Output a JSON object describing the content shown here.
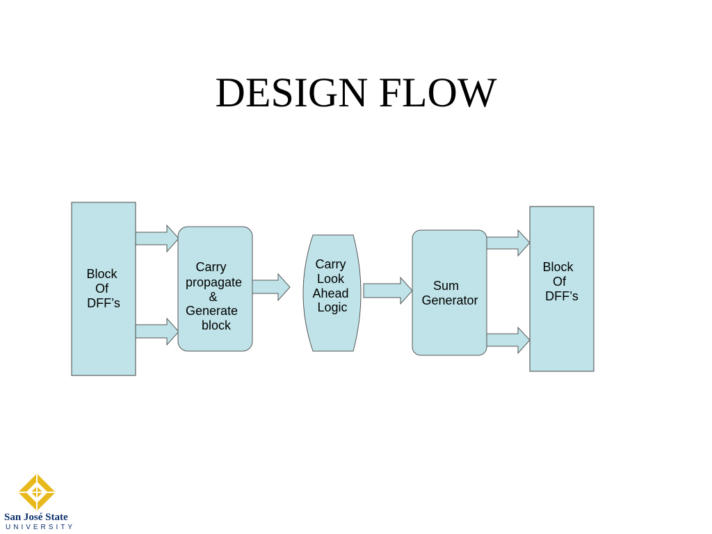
{
  "slide": {
    "title": "DESIGN FLOW"
  },
  "colors": {
    "box_fill": "#bfe3e8",
    "box_stroke": "#555555",
    "logo_gold": "#e8b91c",
    "logo_blue": "#0a2f6b"
  },
  "diagram": {
    "nodes": [
      {
        "id": "dff-in",
        "shape": "rectangle",
        "lines": [
          "Block",
          "Of",
          "DFF’s"
        ]
      },
      {
        "id": "carry-propagate",
        "shape": "rounded-rectangle",
        "lines": [
          "Carry",
          "propagate",
          "&",
          "Generate",
          "block"
        ]
      },
      {
        "id": "carry-lookahead",
        "shape": "rounded-bulge",
        "lines": [
          "Carry",
          "Look",
          "Ahead",
          "Logic"
        ]
      },
      {
        "id": "sum-generator",
        "shape": "rounded-rectangle",
        "lines": [
          "Sum",
          "Generator"
        ]
      },
      {
        "id": "dff-out",
        "shape": "rectangle",
        "lines": [
          "Block",
          "Of",
          "DFF’s"
        ]
      }
    ],
    "edges": [
      {
        "from": "dff-in",
        "to": "carry-propagate"
      },
      {
        "from": "dff-in",
        "to": "carry-propagate"
      },
      {
        "from": "carry-propagate",
        "to": "carry-lookahead"
      },
      {
        "from": "carry-lookahead",
        "to": "sum-generator"
      },
      {
        "from": "sum-generator",
        "to": "dff-out"
      },
      {
        "from": "sum-generator",
        "to": "dff-out"
      }
    ]
  },
  "logo": {
    "name": "San José State",
    "sub": "UNIVERSITY"
  }
}
